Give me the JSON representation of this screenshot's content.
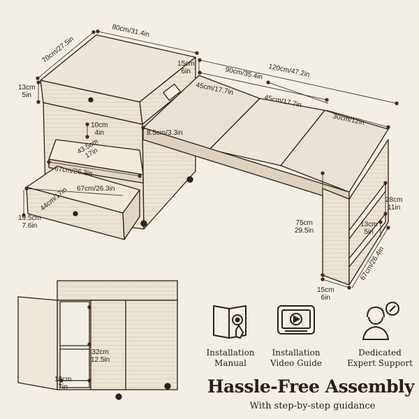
{
  "dimensions": {
    "top_width": "80cm/31.4in",
    "top_depth": "70cm/27.5in",
    "drawer_front": "13cm\n5in",
    "side_gap": "15cm\n6in",
    "extended_total": "120cm/47.2in",
    "extended_desk": "90cm/35.4in",
    "panel_left": "45cm/17.7in",
    "panel_mid": "45cm/17.7in",
    "panel_right": "30cm/12in",
    "inner_top": "10cm\n4in",
    "top_thickness": "8.5cm/3.3in",
    "middle_drawer_height": "43.5cm\n17in",
    "middle_drawer_width": "67cm/26.3in",
    "lower_drawer_depth": "44cm/17in",
    "lower_drawer_width": "67cm/26.3in",
    "lower_drawer_height": "19.5cm\n7.6in",
    "shelf_gap": "28cm\n11in",
    "desk_height": "75cm\n29.5in",
    "shelf_depth": "13cm\n5in",
    "leg_depth": "67cm/26.4in",
    "leg_width": "15cm\n6in",
    "cabinet_shelf": "32cm\n12.5in",
    "cabinet_bottom": "18cm\n7in"
  },
  "features": [
    {
      "label": "Installation\nManual",
      "icon": "manual-book-icon"
    },
    {
      "label": "Installation\nVideo Guide",
      "icon": "tablet-video-icon"
    },
    {
      "label": "Dedicated\nExpert Support",
      "icon": "support-agent-icon"
    }
  ],
  "headline": "Hassle-Free Assembly",
  "subhead": "With step-by-step guidance",
  "colors": {
    "background": "#f3efe6",
    "ink": "#2b2118",
    "wood": "#e6dccb",
    "dot": "#6b1f1f"
  }
}
